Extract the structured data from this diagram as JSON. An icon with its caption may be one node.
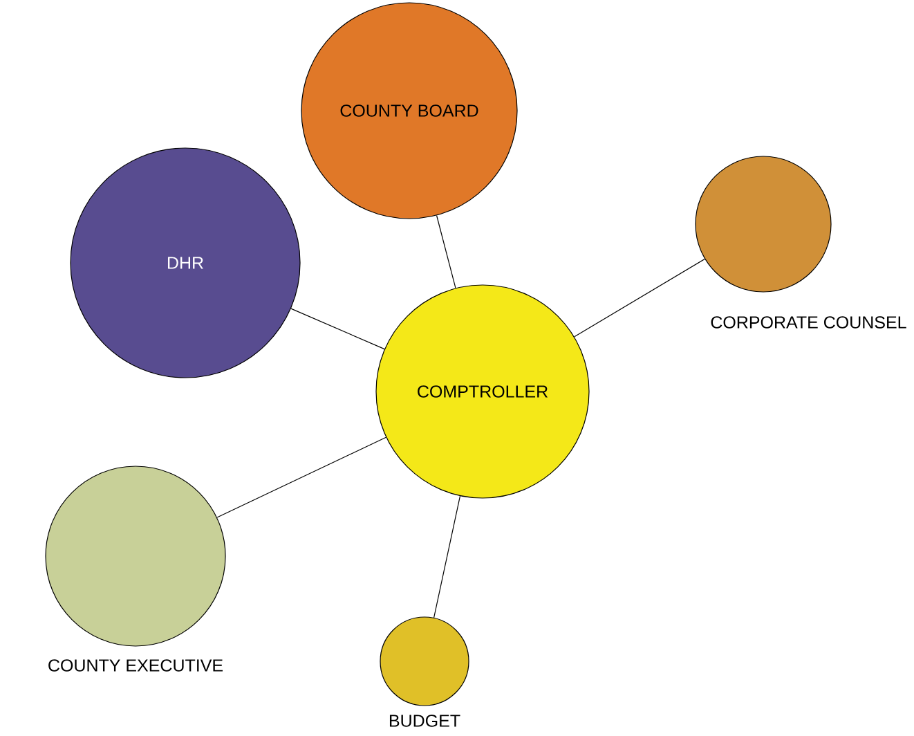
{
  "diagram": {
    "nodes": [
      {
        "text": [
          "COUNTY BOARD"
        ]
      },
      {
        "text": [
          "DHR"
        ]
      },
      {
        "text": [
          "CORPORATE COUNSEL"
        ]
      },
      {
        "text": [
          "COMPTROLLER"
        ]
      },
      {
        "text": [
          "COUNTY EXECUTIVE"
        ]
      },
      {
        "text": [
          "BUDGET"
        ]
      }
    ],
    "edges": [
      {
        "from": 0,
        "to": 3,
        "arrow": "none"
      },
      {
        "from": 2,
        "to": 3,
        "arrow": "none"
      },
      {
        "from": 1,
        "to": 3,
        "arrow": "none"
      },
      {
        "from": 4,
        "to": 3,
        "arrow": "none"
      },
      {
        "from": 5,
        "to": 3,
        "arrow": "none"
      }
    ]
  }
}
